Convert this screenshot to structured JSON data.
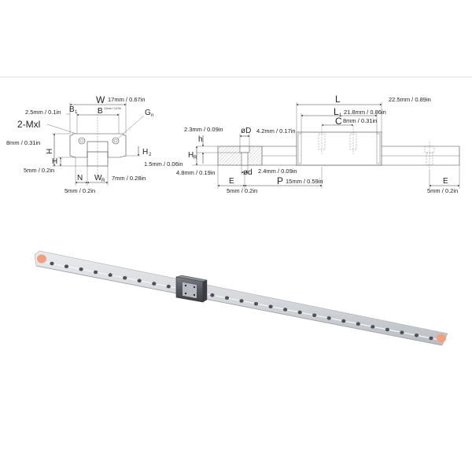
{
  "front_view": {
    "thread_label": "2-Mxl",
    "sym_W": "W",
    "sym_B": "B",
    "sym_B1": "B",
    "sym_B1_sub": "1",
    "sym_G": "G",
    "sym_G_sub": "n",
    "sym_H": "H",
    "sym_H1": "H",
    "sym_H1_sub": "1",
    "sym_H2": "H",
    "sym_H2_sub": "2",
    "sym_N": "N",
    "sym_WR": "W",
    "sym_WR_sub": "R",
    "dim_W": "17mm / 0.67in",
    "dim_B": "12mm / 0.47in",
    "dim_B1": "2.5mm / 0.1in",
    "dim_H": "8mm / 0.31in",
    "dim_H1": "5mm / 0.2in",
    "dim_H2": "1.5mm / 0.06in",
    "dim_WR": "7mm / 0.28in",
    "dim_N": "5mm / 0.2in"
  },
  "side_view": {
    "sym_L": "L",
    "sym_L1": "L",
    "sym_L1_sub": "1",
    "sym_C": "C",
    "sym_D": "øD",
    "sym_d": "ød",
    "sym_h": "h",
    "sym_HR": "H",
    "sym_HR_sub": "R",
    "sym_E_left": "E",
    "sym_P": "P",
    "sym_E_right": "E",
    "dim_L": "22.5mm / 0.89in",
    "dim_L1": "21.8mm / 0.86in",
    "dim_C": "8mm / 0.31in",
    "dim_D": "4.2mm / 0.17in",
    "dim_d": "2.4mm / 0.09in",
    "dim_h": "2.3mm / 0.09in",
    "dim_HR": "4.8mm / 0.19in",
    "dim_E_left": "5mm / 0.2in",
    "dim_P": "15mm / 0.59in",
    "dim_E_right": "5mm / 0.2in"
  },
  "colors": {
    "rail_silver": "#c9ccd1",
    "carriage_dark": "#4a4d53",
    "end_cap_orange": "#f2a07c",
    "hole_dark": "#4e5258"
  },
  "rail_holes": 27
}
